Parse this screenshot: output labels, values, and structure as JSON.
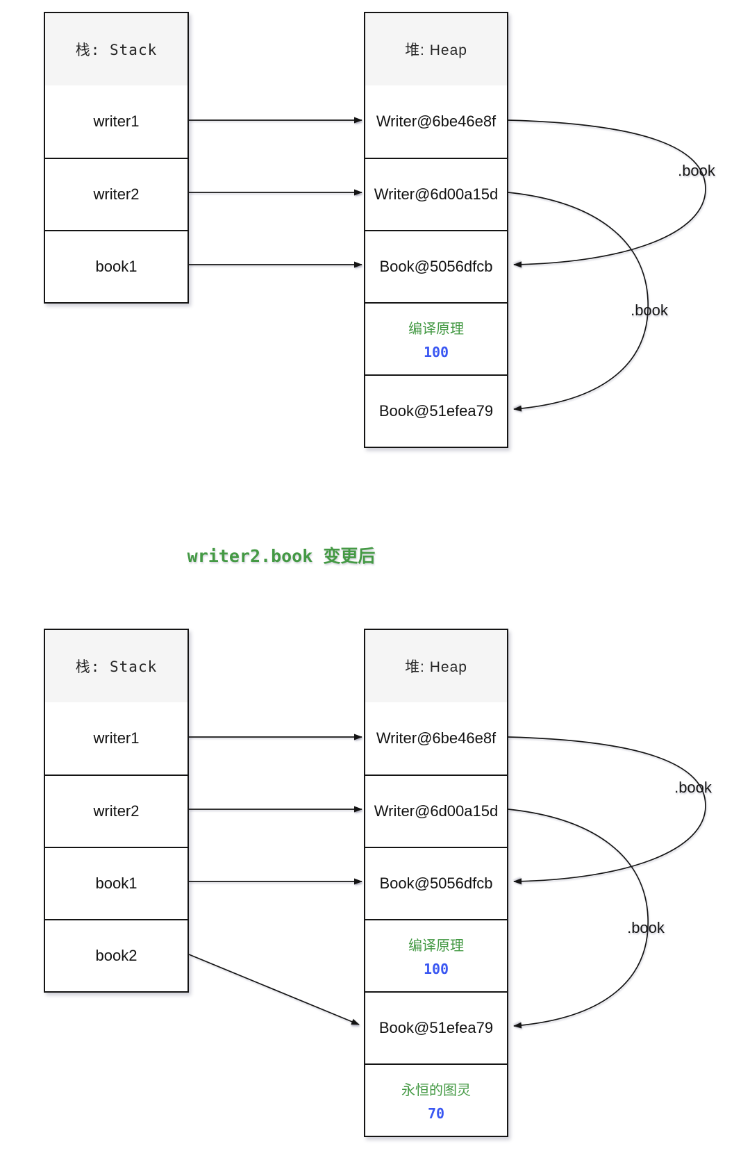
{
  "title": {
    "text": "writer2.book 变更后"
  },
  "colors": {
    "green_text": "#449944",
    "blue_text": "#3a57f2",
    "line": "#141414",
    "header_bg": "#f5f5f5"
  },
  "diagram1": {
    "stack": {
      "header": "栈: Stack",
      "cells": [
        "writer1",
        "writer2",
        "book1"
      ]
    },
    "heap": {
      "header": "堆: Heap",
      "refs": [
        "Writer@6be46e8f",
        "Writer@6d00a15d",
        "Book@5056dfcb",
        "Book@51efea79"
      ],
      "book_value": {
        "title": "编译原理",
        "number": "100"
      }
    },
    "pointer_labels": {
      "writer1_book": ".book",
      "writer2_book": ".book"
    }
  },
  "diagram2": {
    "stack": {
      "header": "栈: Stack",
      "cells": [
        "writer1",
        "writer2",
        "book1",
        "book2"
      ]
    },
    "heap": {
      "header": "堆: Heap",
      "refs": [
        "Writer@6be46e8f",
        "Writer@6d00a15d",
        "Book@5056dfcb",
        "Book@51efea79"
      ],
      "book1_value": {
        "title": "编译原理",
        "number": "100"
      },
      "book2_value": {
        "title": "永恒的图灵",
        "number": "70"
      }
    },
    "pointer_labels": {
      "writer1_book": ".book",
      "writer2_book": ".book"
    }
  }
}
